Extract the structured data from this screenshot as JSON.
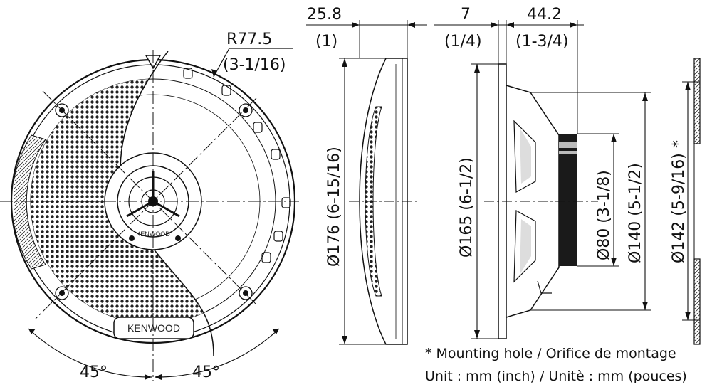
{
  "drawing": {
    "front_view": {
      "radius_mm": "R77.5",
      "radius_in": "(3-1/16)",
      "angle_left": "45°",
      "angle_right": "45°",
      "brand_grille": "KENWOOD",
      "brand_tweeter": "KENWOOD"
    },
    "side_view_grille": {
      "depth_mm": "25.8",
      "depth_in": "(1)",
      "diameter": "Ø176 (6-15/16)"
    },
    "side_view_speaker": {
      "flange_mm": "7",
      "flange_in": "(1/4)",
      "depth_mm": "44.2",
      "depth_in": "(1-3/4)",
      "diameter_outer": "Ø165 (6-1/2)",
      "diameter_magnet": "Ø80 (3-1/8)",
      "diameter_frame": "Ø140 (5-1/2)"
    },
    "mounting_view": {
      "cutout_diameter": "Ø142 (5-9/16)",
      "asterisk": "*"
    },
    "notes": {
      "mounting_hole": "* Mounting hole / Orifice de montage",
      "unit": "Unit : mm (inch) / Unitè : mm (pouces)"
    }
  }
}
